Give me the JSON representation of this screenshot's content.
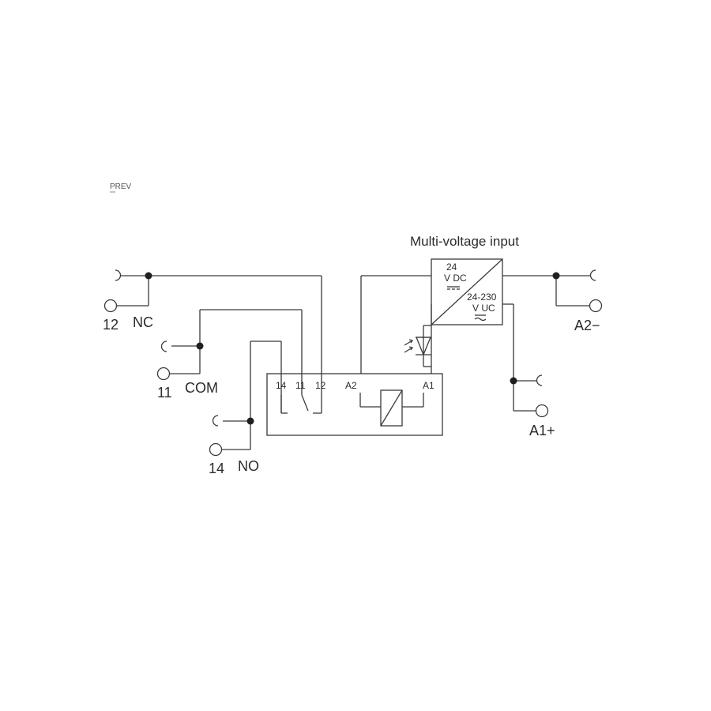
{
  "watermark": "PREV",
  "title": "Multi-voltage input",
  "left_terminals": {
    "nc": {
      "number": "12",
      "name": "NC"
    },
    "com": {
      "number": "11",
      "name": "COM"
    },
    "no": {
      "number": "14",
      "name": "NO"
    }
  },
  "right_terminals": {
    "a2": {
      "name": "A2−"
    },
    "a1": {
      "name": "A1+"
    }
  },
  "relay_box": {
    "pins": [
      "14",
      "11",
      "12",
      "A2",
      "A1"
    ]
  },
  "power_supply": {
    "dc_label_1": "24",
    "dc_label_2": "V DC",
    "uc_label_1": "24-230",
    "uc_label_2": "V UC"
  },
  "colors": {
    "line": "#3a3a3a",
    "text": "#2b2b2b",
    "junction": "#1f1f1f"
  }
}
